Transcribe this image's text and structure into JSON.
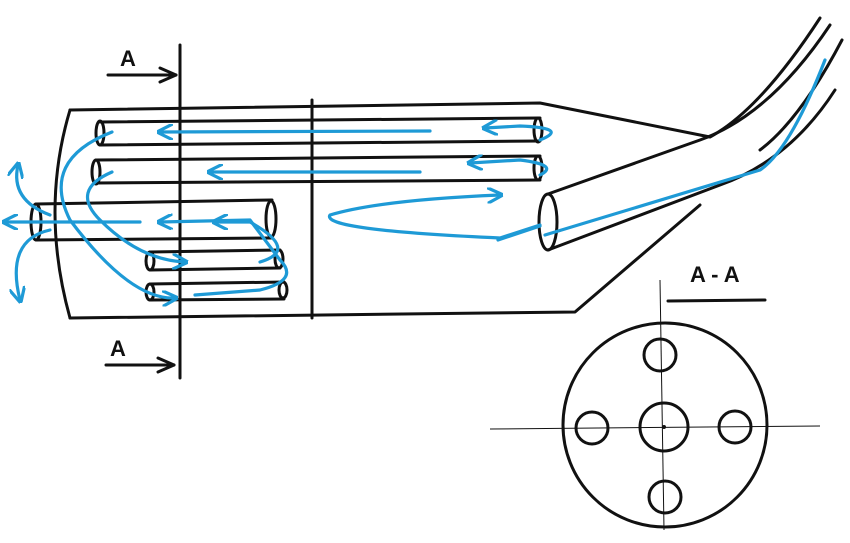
{
  "labels": {
    "section_top": "A",
    "section_bottom": "A",
    "section_view": "A - A"
  },
  "colors": {
    "flow": "#1e9ad6",
    "lines": "#111111"
  }
}
